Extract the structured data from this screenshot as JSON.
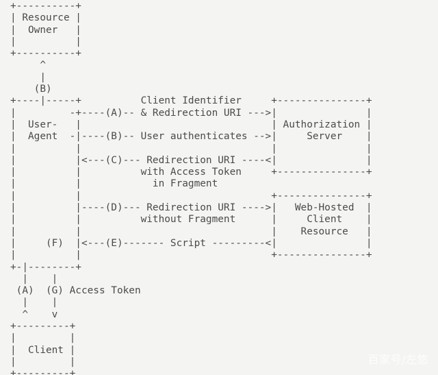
{
  "diagram": {
    "lines": [
      "+----------+",
      "| Resource |",
      "|  Owner   |",
      "|          |",
      "+----------+",
      "     ^",
      "     |",
      "    (B)",
      "+----|-----+          Client Identifier     +---------------+",
      "|         -+----(A)-- & Redirection URI --->|               |",
      "|  User-   |                                | Authorization |",
      "|  Agent  -|----(B)-- User authenticates -->|     Server    |",
      "|          |                                |               |",
      "|          |<---(C)--- Redirection URI ----<|               |",
      "|          |          with Access Token     +---------------+",
      "|          |            in Fragment",
      "|          |                                +---------------+",
      "|          |----(D)--- Redirection URI ---->|   Web-Hosted  |",
      "|          |          without Fragment      |     Client    |",
      "|          |                                |    Resource   |",
      "|     (F)  |<---(E)------- Script ---------<|               |",
      "|          |                                +---------------+",
      "+-|--------+",
      "  |    |",
      " (A)  (G) Access Token",
      "  |    |",
      "  ^    v",
      "+---------+",
      "|         |",
      "|  Client |",
      "|         |",
      "+---------+"
    ]
  },
  "watermark": {
    "text": "百家号/左悠"
  }
}
